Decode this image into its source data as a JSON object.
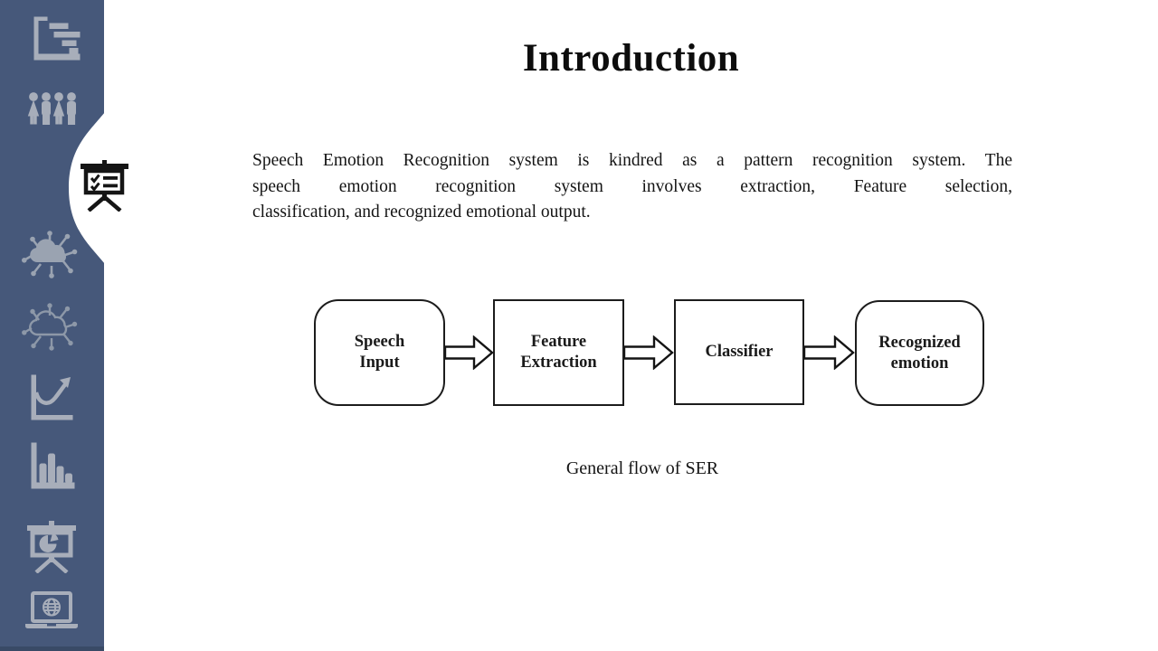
{
  "slide": {
    "title": "Introduction",
    "intro": {
      "lines": [
        "Speech Emotion Recognition system is kindred as a pattern recognition system. The",
        "speech emotion recognition system involves extraction, Feature selection,",
        "classification, and recognized emotional output."
      ]
    },
    "diagram": {
      "boxes": [
        {
          "label": "Speech\nInput",
          "shape": "rounded"
        },
        {
          "label": "Feature\nExtraction",
          "shape": "rect"
        },
        {
          "label": "Classifier",
          "shape": "rect"
        },
        {
          "label": "Recognized\nemotion",
          "shape": "rounded"
        }
      ],
      "flow": "Speech Input -> Feature Extraction -> Classifier -> Recognized emotion",
      "caption": "General flow of SER"
    }
  },
  "sidebar": {
    "active_index": 2,
    "icons": [
      {
        "name": "gantt-chart-icon",
        "active": false
      },
      {
        "name": "people-group-icon",
        "active": false
      },
      {
        "name": "presentation-checklist-icon",
        "active": true
      },
      {
        "name": "cloud-network-filled-icon",
        "active": false
      },
      {
        "name": "cloud-network-outline-icon",
        "active": false
      },
      {
        "name": "line-chart-arrow-icon",
        "active": false
      },
      {
        "name": "bar-chart-icon",
        "active": false
      },
      {
        "name": "presentation-pie-icon",
        "active": false
      },
      {
        "name": "laptop-globe-icon",
        "active": false
      }
    ]
  },
  "colors": {
    "sidebar": "#46587a",
    "sidebar_bottom": "#394a66",
    "icon_gray": "#a8aeba",
    "active_icon": "#151515",
    "text": "#1a1a1a",
    "background": "#ffffff"
  }
}
